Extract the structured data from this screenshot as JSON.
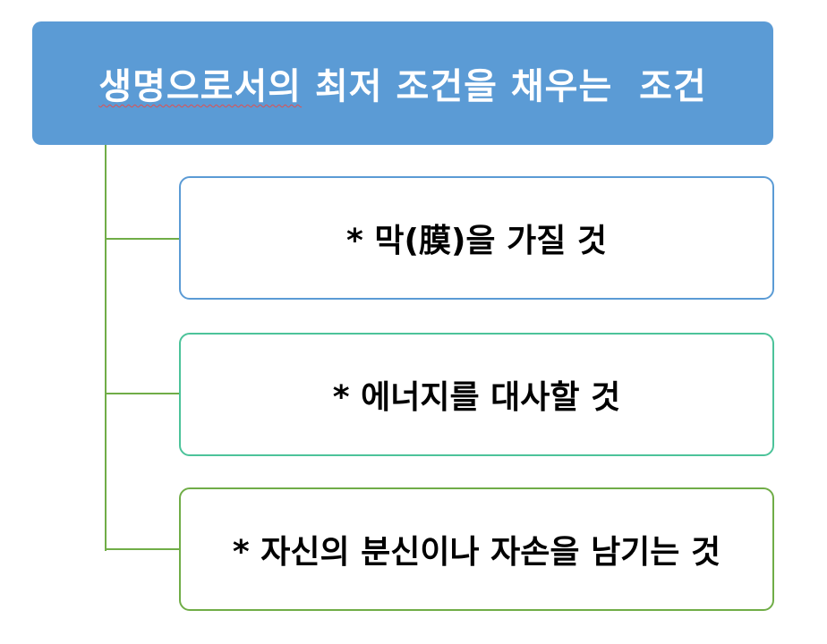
{
  "header": {
    "title_marked": "생명으로서의",
    "title_rest": " 최저 조건을 채우는  조건"
  },
  "items": [
    {
      "label": "* 막(膜)을 가질 것"
    },
    {
      "label": "* 에너지를 대사할 것"
    },
    {
      "label": "* 자신의 분신이나 자손을 남기는 것"
    }
  ],
  "colors": {
    "header_fill": "#5b9bd5",
    "box1_border": "#5b9bd5",
    "box2_border": "#4cc39a",
    "box3_border": "#70ad47",
    "connector": "#70ad47"
  }
}
